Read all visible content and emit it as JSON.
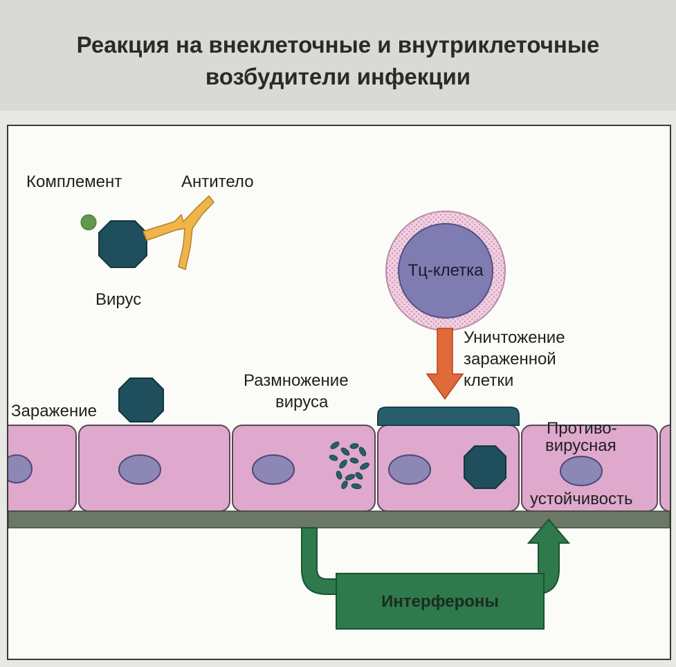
{
  "title": {
    "line1": "Реакция на внеклеточные и внутриклеточные",
    "line2": "возбудители инфекции"
  },
  "labels": {
    "complement": "Комплемент",
    "antibody": "Антитело",
    "virus": "Вирус",
    "tc_cell": "Тц-клетка",
    "destruction": [
      "Уничтожение",
      "зараженной",
      "клетки"
    ],
    "replication": [
      "Размножение",
      "вируса"
    ],
    "infection": "Заражение",
    "resistance_top": [
      "Противо-",
      "вирусная"
    ],
    "resistance_bottom": "устойчивость",
    "interferons": "Интерфероны"
  },
  "colors": {
    "virus": "#1f4f5c",
    "complement": "#5e9a4a",
    "antibody": "#f0b54a",
    "cell": "#dea9cc",
    "nucleus": "#8c87b5",
    "tc_cell_membrane": "#f1cfe0",
    "tc_cell_core": "#7e7cb0",
    "destruction_arrow": "#e2693a",
    "interferon_arrow": "#2e7a4c",
    "basement": "#6b7865"
  }
}
